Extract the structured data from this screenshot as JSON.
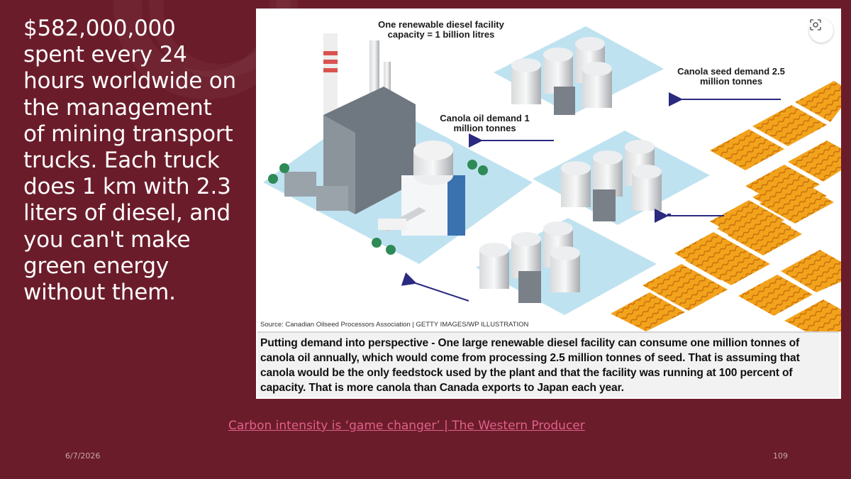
{
  "slide": {
    "body_text": "$582,000,000 spent every 24 hours worldwide on the management of mining transport trucks. Each truck does 1 km with 2.3 liters of diesel, and you can't make green energy without them.",
    "link_text": "Carbon intensity is ‘game changer’ | The Western Producer",
    "date": "6/7/2026",
    "page_number": "109"
  },
  "figure": {
    "label_facility": "One renewable diesel facility capacity = 1 billion litres",
    "label_seed": "Canola seed demand 2.5 million tonnes",
    "label_oil": "Canola oil demand 1 million tonnes",
    "source": "Source: Canadian Oilseed Processors Association | GETTY IMAGES/WP ILLUSTRATION",
    "caption": "Putting demand into perspective - One large renewable diesel facility can consume one million tonnes of canola oil annually, which would come from processing 2.5 million tonnes of seed. That is assuming that canola would be the only feedstock used by the plant and that the facility was running at 100 percent of capacity. That is more canola than Canada exports to Japan each year.",
    "icons": [
      "google-lens-icon"
    ]
  },
  "colors": {
    "background": "#6b1c2a",
    "link": "#e0608a",
    "ground": "#bfe2f0",
    "field": "#f0a020",
    "arrow": "#2a2a80"
  }
}
